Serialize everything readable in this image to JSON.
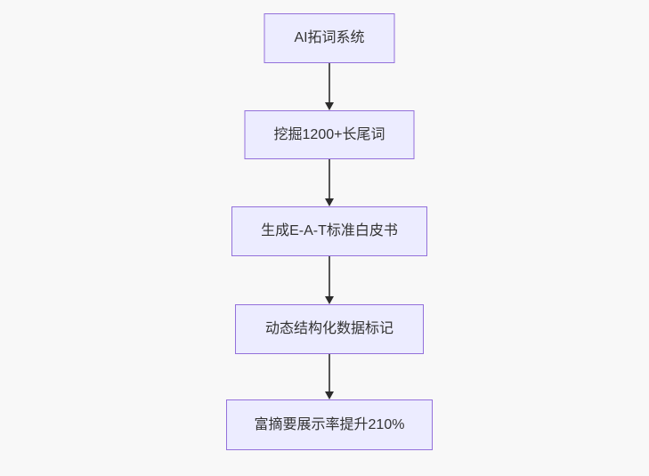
{
  "diagram": {
    "type": "flowchart",
    "direction": "top-down",
    "colors": {
      "background": "#f8f8f8",
      "node_fill": "#ECECFF",
      "node_border": "#9370DB",
      "node_text": "#333333",
      "edge_line": "#555555",
      "edge_arrowhead": "#2b2b2b"
    },
    "nodes": [
      {
        "id": "n1",
        "label": "AI拓词系统"
      },
      {
        "id": "n2",
        "label": "挖掘1200+长尾词"
      },
      {
        "id": "n3",
        "label": "生成E-A-T标准白皮书"
      },
      {
        "id": "n4",
        "label": "动态结构化数据标记"
      },
      {
        "id": "n5",
        "label": "富摘要展示率提升210%"
      }
    ],
    "edges": [
      {
        "from": "n1",
        "to": "n2",
        "style": "arrow"
      },
      {
        "from": "n2",
        "to": "n3",
        "style": "arrow"
      },
      {
        "from": "n3",
        "to": "n4",
        "style": "arrow"
      },
      {
        "from": "n4",
        "to": "n5",
        "style": "arrow"
      }
    ]
  }
}
